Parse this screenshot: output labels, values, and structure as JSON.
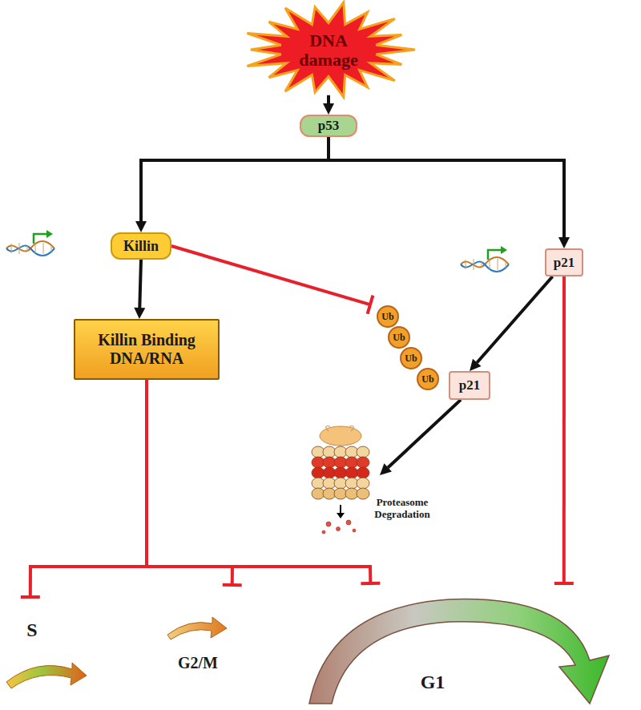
{
  "diagram": {
    "nodes": [
      {
        "text": [
          "DNA damage"
        ]
      },
      {
        "text": [
          "p53"
        ]
      },
      {
        "text": [
          "Killin"
        ]
      },
      {
        "text": [
          "p21"
        ]
      },
      {
        "text": [
          "p21"
        ]
      },
      {
        "text": [
          "Killin Binding DNA/RNA"
        ]
      },
      {
        "text": [
          "Proteasome Degradation"
        ]
      },
      {
        "text": [
          "S"
        ]
      },
      {
        "text": [
          "G2/M"
        ]
      },
      {
        "text": [
          "G1"
        ]
      }
    ],
    "edges": [
      {
        "from": 0,
        "to": 1,
        "arrow": "to"
      },
      {
        "from": 1,
        "to": 2,
        "arrow": "to"
      },
      {
        "from": 1,
        "to": 3,
        "arrow": "to"
      },
      {
        "from": 2,
        "to": 5,
        "arrow": "to"
      },
      {
        "from": 2,
        "to": 4,
        "arrow": "to"
      },
      {
        "from": 3,
        "to": 4,
        "arrow": "to"
      },
      {
        "from": 4,
        "to": 6,
        "arrow": "to"
      },
      {
        "from": 5,
        "to": 7,
        "arrow": "to"
      },
      {
        "from": 5,
        "to": 8,
        "arrow": "to"
      },
      {
        "from": 5,
        "to": 9,
        "arrow": "to"
      },
      {
        "from": 3,
        "to": 9,
        "arrow": "to"
      }
    ],
    "labels": [
      "Ub",
      "Ub",
      "Ub",
      "Ub"
    ]
  }
}
